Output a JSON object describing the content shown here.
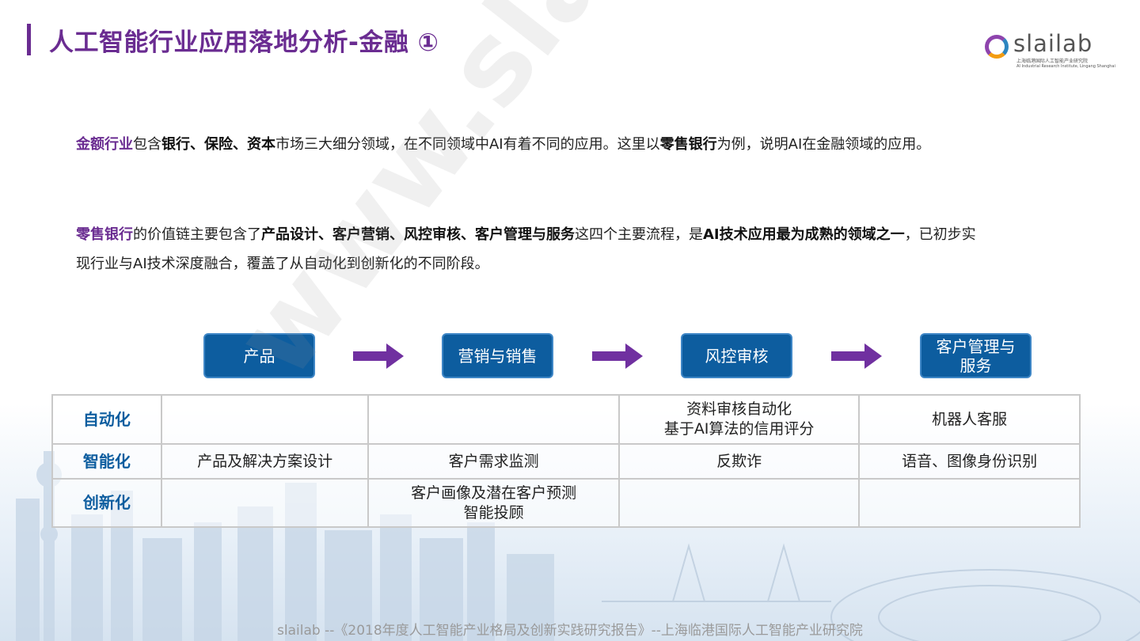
{
  "slide": {
    "title": "人工智能行业应用落地分析-金融 ①",
    "logo": {
      "brand": "slailab",
      "subtitle_cn": "上海临港国际人工智能产业研究院",
      "subtitle_en": "AI Industrial Research Institute, Lingang Shanghai"
    },
    "paragraph1": {
      "s1": "金额行业",
      "s2": "包含",
      "s3": "银行、保险、资本",
      "s4": "市场三大细分领域，在不同领域中AI有着不同的应用。这里以",
      "s5": "零售银行",
      "s6": "为例，说明AI在金融领域的应用。"
    },
    "paragraph2": {
      "s1": "零售银行",
      "s2": "的价值链主要包含了",
      "s3": "产品设计、客户营销、风控审核、客户管理与服务",
      "s4": "这四个主要流程，是",
      "s5": "AI技术应用最为成熟的领域之一",
      "s6": "，已初步实现行业与AI技术深度融合，覆盖了从自动化到创新化的不同阶段。"
    },
    "stages": [
      "产品",
      "营销与销售",
      "风控审核",
      "客户管理与服务"
    ],
    "stage4_lines": [
      "客户管理与",
      "服务"
    ],
    "matrix": {
      "rows": [
        {
          "label": "自动化",
          "cells": [
            [],
            [],
            [
              "资料审核自动化",
              "基于AI算法的信用评分"
            ],
            [
              "机器人客服"
            ]
          ]
        },
        {
          "label": "智能化",
          "cells": [
            [
              "产品及解决方案设计"
            ],
            [
              "客户需求监测"
            ],
            [
              "反欺诈"
            ],
            [
              "语音、图像身份识别"
            ]
          ]
        },
        {
          "label": "创新化",
          "cells": [
            [],
            [
              "客户画像及潜在客户预测",
              "智能投顾"
            ],
            [],
            []
          ]
        }
      ]
    },
    "watermark": "www.slailab.cn",
    "footer": "slailab --《2018年度人工智能产业格局及创新实践研究报告》--上海临港国际人工智能产业研究院",
    "colors": {
      "title": "#6a2c91",
      "stage_fill": "#0d5d9f",
      "arrow": "#7030a0",
      "row_label": "#0d5d9f"
    }
  }
}
